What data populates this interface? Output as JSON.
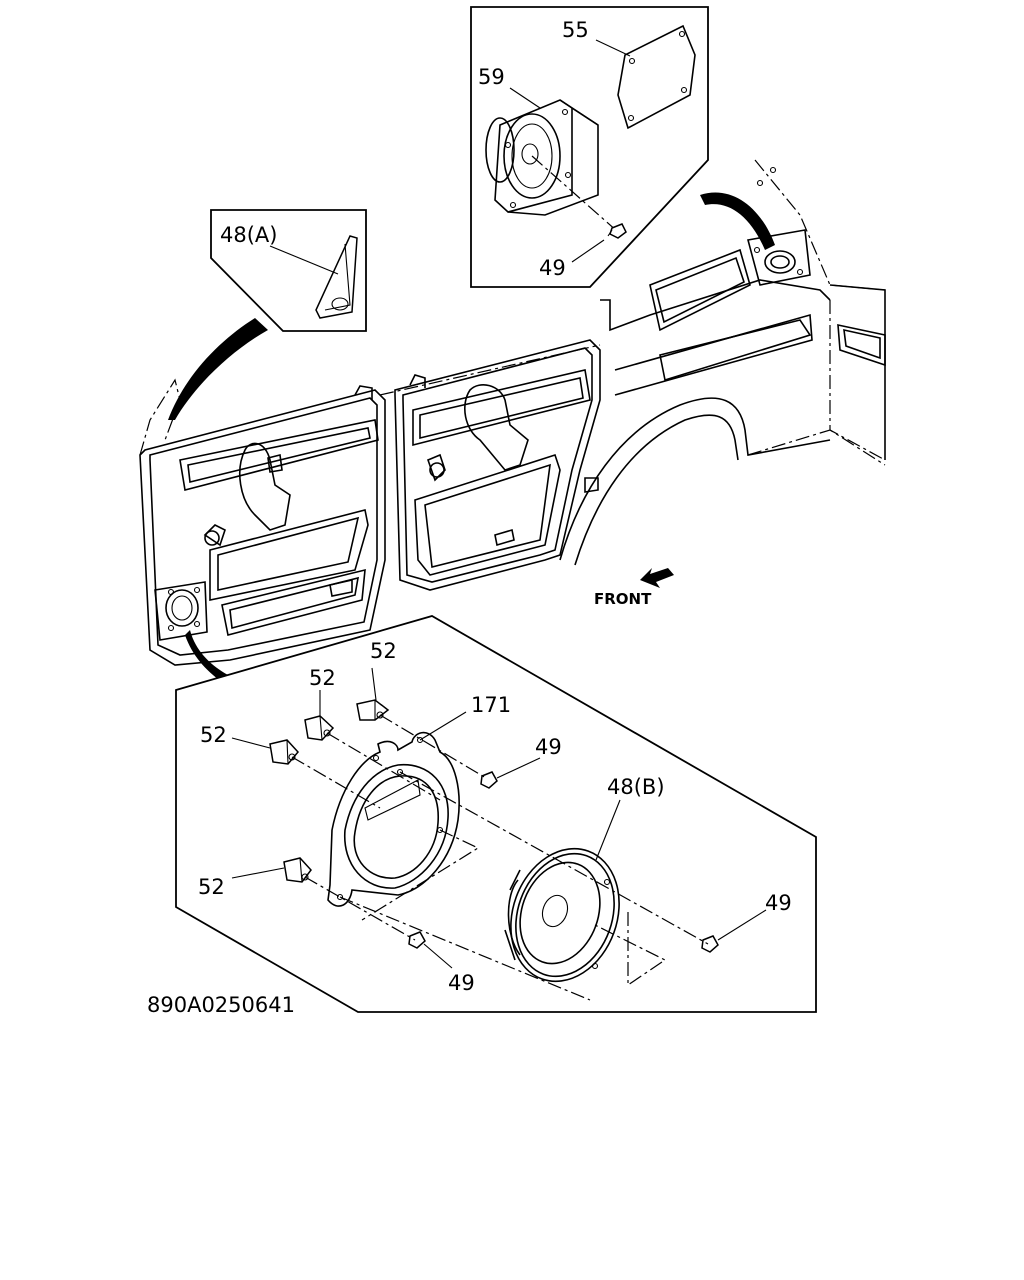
{
  "labels": {
    "p55": "55",
    "p59": "59",
    "p49_top": "49",
    "p48a": "48(A)",
    "front": "FRONT",
    "p52_a": "52",
    "p52_b": "52",
    "p171": "171",
    "p52_c": "52",
    "p49_mid": "49",
    "p48b": "48(B)",
    "p52_d": "52",
    "p49_right": "49",
    "p49_bottom": "49"
  },
  "drawing_code": "890A0250641"
}
